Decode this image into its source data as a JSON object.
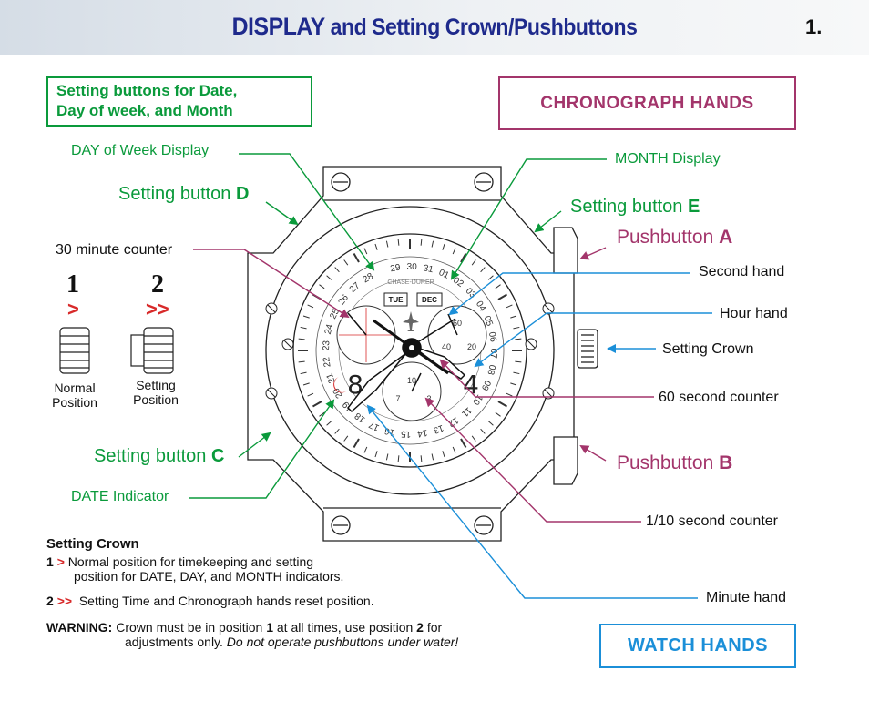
{
  "header": {
    "title_big": "DISPLAY",
    "title_rest": " and Setting Crown/Pushbuttons",
    "page": "1."
  },
  "boxes": {
    "setting_buttons": [
      "Setting buttons for Date,",
      "Day of week, and Month"
    ],
    "chronograph_hands": "CHRONOGRAPH HANDS",
    "watch_hands": "WATCH HANDS"
  },
  "labels": {
    "day_display": "DAY of Week Display",
    "month_display": "MONTH Display",
    "button_d": {
      "text": "Setting button ",
      "key": "D"
    },
    "button_e": {
      "text": "Setting button ",
      "key": "E"
    },
    "button_c": {
      "text": "Setting button ",
      "key": "C"
    },
    "pushbutton_a": {
      "text": "Pushbutton ",
      "key": "A"
    },
    "pushbutton_b": {
      "text": "Pushbutton ",
      "key": "B"
    },
    "counter_30": "30 minute counter",
    "second_hand": "Second hand",
    "hour_hand": "Hour hand",
    "setting_crown": "Setting Crown",
    "counter_60": "60 second counter",
    "date_indicator": "DATE Indicator",
    "counter_tenth": "1/10 second counter",
    "minute_hand": "Minute hand"
  },
  "crown_positions": [
    {
      "num": "1",
      "chevron": ">",
      "label": [
        "Normal",
        "Position"
      ]
    },
    {
      "num": "2",
      "chevron": ">>",
      "label": [
        "Setting",
        "Position"
      ]
    }
  ],
  "dial": {
    "brand": "CHASE-DURER",
    "day": "TUE",
    "month": "DEC",
    "numerals": [
      "8",
      "4"
    ],
    "date_ring": [
      "29",
      "30",
      "31",
      "01",
      "02",
      "03",
      "04",
      "05",
      "06",
      "07",
      "08",
      "09",
      "10",
      "11",
      "12",
      "13",
      "14",
      "15",
      "16",
      "17",
      "18",
      "19",
      "20",
      "21",
      "22",
      "23",
      "24",
      "25",
      "26",
      "27",
      "28"
    ],
    "sub_60": [
      "60",
      "20",
      "40"
    ],
    "sub_tenth": [
      "10",
      "3",
      "7"
    ]
  },
  "notes": {
    "title": "Setting Crown",
    "line1_num": "1",
    "line1_chev": ">",
    "line1_a": "Normal position for timekeeping and setting",
    "line1_b": "position for DATE, DAY, and MONTH indicators.",
    "line2_num": "2",
    "line2_chev": ">>",
    "line2": "Setting Time and Chronograph hands reset position.",
    "warning_label": "WARNING:",
    "warning_a": "Crown must be in position ",
    "warning_b": "1",
    "warning_c": " at all times, use position ",
    "warning_d": "2",
    "warning_e": " for",
    "warning_f": "adjustments only. ",
    "warning_g": "Do not operate pushbuttons under water!"
  },
  "colors": {
    "green": "#0a9a3b",
    "purple": "#a3356b",
    "blue": "#1b8fd8",
    "title_blue": "#1e2a8c",
    "red": "#d82a2a"
  }
}
